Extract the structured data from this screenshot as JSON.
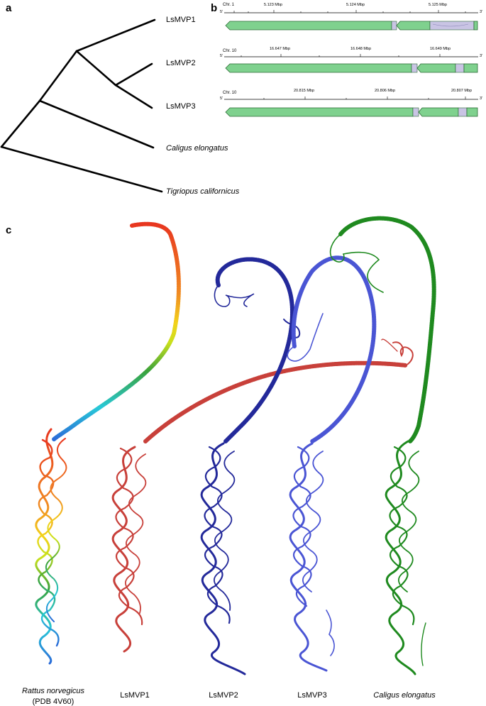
{
  "panels": {
    "a": "a",
    "b": "b",
    "c": "c"
  },
  "tree": {
    "taxa": [
      {
        "label": "LsMVP1",
        "italic": false
      },
      {
        "label": "LsMVP2",
        "italic": false
      },
      {
        "label": "LsMVP3",
        "italic": false
      },
      {
        "label": "Caligus elongatus",
        "italic": true
      },
      {
        "label": "Tigriopus californicus",
        "italic": true
      }
    ]
  },
  "genome_tracks": [
    {
      "chr": "Chr. 1",
      "ticks": [
        "5.123 Mbp",
        "5.124 Mbp",
        "5.125 Mbp"
      ],
      "end5": "5'",
      "end3": "3'"
    },
    {
      "chr": "Chr. 10",
      "ticks": [
        "16.647 Mbp",
        "16.648 Mbp",
        "16.649 Mbp"
      ],
      "end5": "5'",
      "end3": "3'"
    },
    {
      "chr": "Chr. 10",
      "ticks": [
        "20.815 Mbp",
        "20.806 Mbp",
        "20.807 Mbp"
      ],
      "end5": "5'",
      "end3": "3'"
    }
  ],
  "colors": {
    "exon": "#7fd18e",
    "intron": "#c9c4e4",
    "rattus_top": "#e8361f",
    "rattus_mid": "#f2d21a",
    "rattus_green": "#3aa23a",
    "rattus_cyan": "#28c8d8",
    "lsmvp1": "#c8403a",
    "lsmvp2": "#23299a",
    "lsmvp3": "#4a55d4",
    "caligus": "#1f8a1f"
  },
  "structures": [
    {
      "label": "Rattus norvegicus",
      "sublabel": "(PDB 4V60)",
      "italic": true
    },
    {
      "label": "LsMVP1",
      "italic": false
    },
    {
      "label": "LsMVP2",
      "italic": false
    },
    {
      "label": "LsMVP3",
      "italic": false
    },
    {
      "label": "Caligus elongatus",
      "italic": true
    }
  ]
}
